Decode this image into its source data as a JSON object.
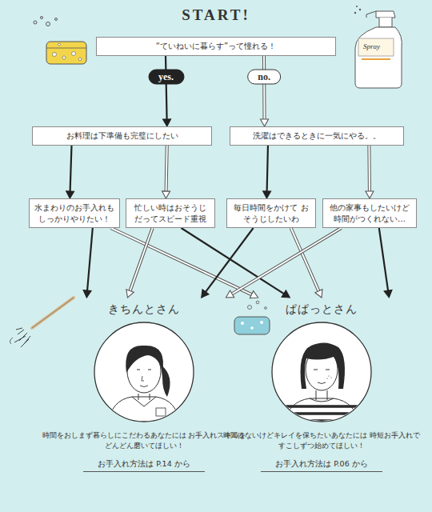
{
  "diagram": {
    "title": "START!",
    "nodes": [
      {
        "text": [
          "“ていねいに暮らす”って憧れる！"
        ]
      },
      {
        "text": [
          "お料理は下準備も完璧にしたい"
        ]
      },
      {
        "text": [
          "洗濯はできるときに一気にやる。。"
        ]
      },
      {
        "text": [
          "水まわりのお手入れも しっかりやりたい！"
        ]
      },
      {
        "text": [
          "忙しい時はおそうじ だってスピード重視"
        ]
      },
      {
        "text": [
          "毎日時間をかけて おそうじしたいわ"
        ]
      },
      {
        "text": [
          "他の家事もしたいけど 時間がつくれない…"
        ]
      },
      {
        "text": [
          "きちんとさん",
          "時間をおしまず暮らしにこだわるあなたには お手入れスキルをどんどん磨いてほしい！",
          "お手入れ方法は P.14 から"
        ]
      },
      {
        "text": [
          "ぱぱっとさん",
          "時間はないけどキレイを保ちたいあなたには 時短お手入れですこしずつ始めてほしい！",
          "お手入れ方法は P.06 から"
        ]
      }
    ],
    "edges": [
      {
        "from": 0,
        "to": 1,
        "label": "yes.",
        "arrow": "to"
      },
      {
        "from": 0,
        "to": 2,
        "label": "no.",
        "arrow": "to"
      },
      {
        "from": 1,
        "to": 3,
        "arrow": "to"
      },
      {
        "from": 1,
        "to": 4,
        "arrow": "to"
      },
      {
        "from": 2,
        "to": 5,
        "arrow": "to"
      },
      {
        "from": 2,
        "to": 6,
        "arrow": "to"
      },
      {
        "from": 3,
        "to": 7,
        "arrow": "to"
      },
      {
        "from": 3,
        "to": 8,
        "arrow": "to"
      },
      {
        "from": 4,
        "to": 8,
        "arrow": "to"
      },
      {
        "from": 4,
        "to": 7,
        "arrow": "to"
      },
      {
        "from": 5,
        "to": 7,
        "arrow": "to"
      },
      {
        "from": 5,
        "to": 8,
        "arrow": "to"
      },
      {
        "from": 6,
        "to": 8,
        "arrow": "to"
      },
      {
        "from": 6,
        "to": 7,
        "arrow": "to"
      }
    ],
    "labels": [
      "Spray"
    ]
  }
}
